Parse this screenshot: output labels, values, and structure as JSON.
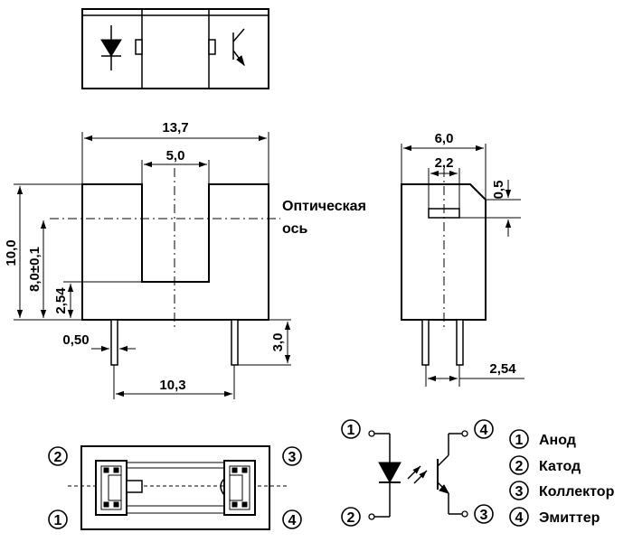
{
  "dimensions": {
    "overall_width": "13,7",
    "slot_width": "5,0",
    "total_height": "10,0",
    "axis_height": "8,0±0,1",
    "base_height": "2,54",
    "lead_width": "0,50",
    "lead_length": "3,0",
    "lead_spacing": "10,3",
    "side_width": "6,0",
    "aperture_width": "2,2",
    "aperture_height": "0,5",
    "side_lead_spacing": "2,54"
  },
  "optical_axis": {
    "line1": "Оптическая",
    "line2": "ось"
  },
  "bottom_view_pins": [
    "2",
    "3",
    "1",
    "4"
  ],
  "schematic_pins": [
    "1",
    "4",
    "2",
    "3"
  ],
  "pin_legend": [
    {
      "num": "1",
      "name": "Анод"
    },
    {
      "num": "2",
      "name": "Катод"
    },
    {
      "num": "3",
      "name": "Коллектор"
    },
    {
      "num": "4",
      "name": "Эмиттер"
    }
  ]
}
